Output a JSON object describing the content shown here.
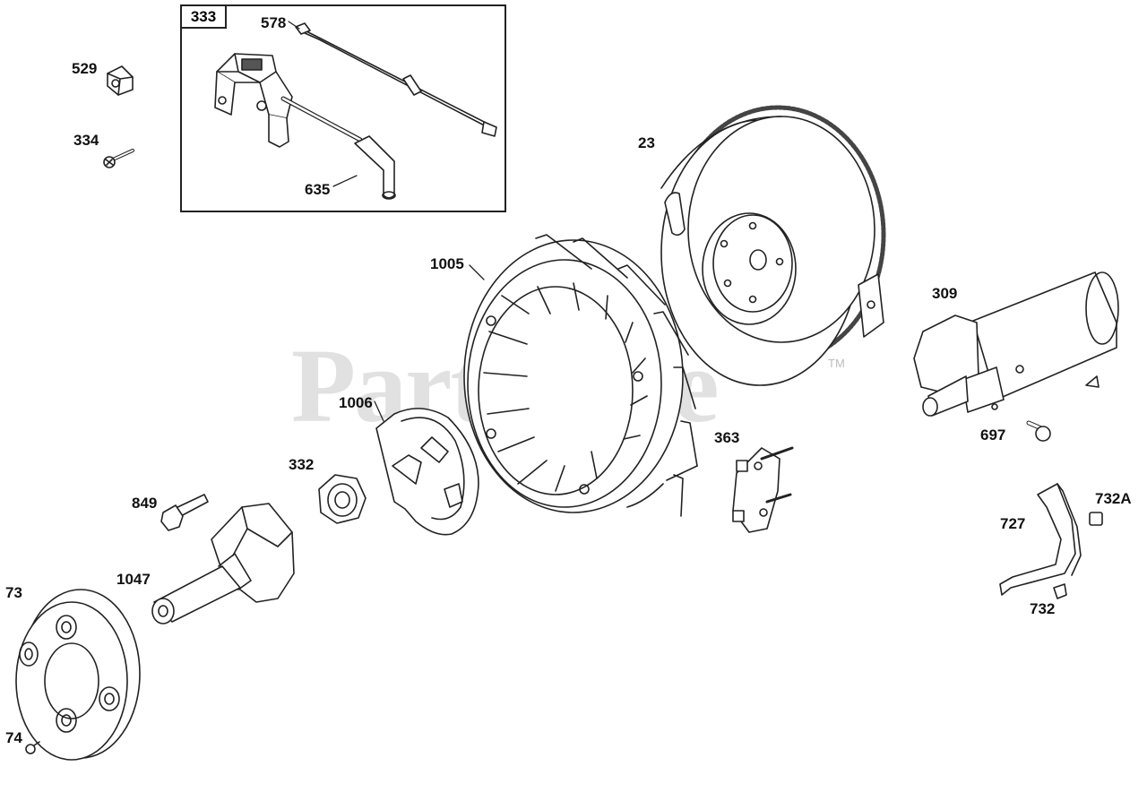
{
  "watermark": {
    "text": "PartsTree",
    "tm": "TM"
  },
  "inset": {
    "label": "333"
  },
  "callouts": {
    "p23": "23",
    "p73": "73",
    "p74": "74",
    "p309": "309",
    "p332": "332",
    "p334": "334",
    "p363": "363",
    "p529": "529",
    "p578": "578",
    "p635": "635",
    "p697": "697",
    "p727": "727",
    "p732": "732",
    "p732a": "732A",
    "p849": "849",
    "p1005": "1005",
    "p1006": "1006",
    "p1047": "1047"
  }
}
